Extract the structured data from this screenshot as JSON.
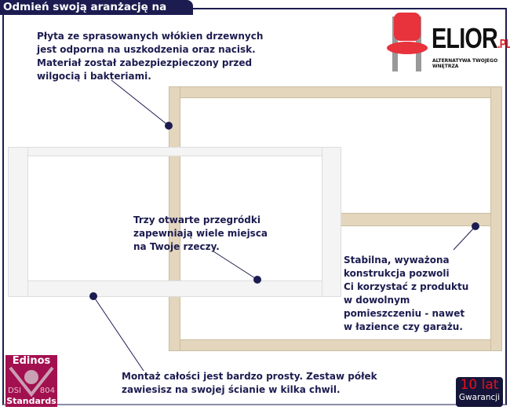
{
  "header": {
    "title": "Odmień swoją aranżację na lepsze!"
  },
  "logo": {
    "name": "ELIOR",
    "suffix": ".PL",
    "tagline": "ALTERNATYWA TWOJEGO WNĘTRZA"
  },
  "annotations": {
    "material": "Płyta ze sprasowanych włókien drzewnych\njest odporna na uszkodzenia oraz nacisk.\nMateriał został zabezpiezpieczony przed\nwilgocią i bakteriami.",
    "compartments": "Trzy otwarte przegródki\nzapewniają wiele miejsca\nna Twoje rzeczy.",
    "stability": "Stabilna, wyważona\nkonstrukcja pozwoli\nCi korzystać z produktu\nw dowolnym\npomieszczeniu - nawet\nw łazience czy garażu.",
    "assembly": "Montaż całości jest bardzo prosty. Zestaw półek\nzawiesisz na swojej ścianie w kilka chwil."
  },
  "badges": {
    "edinos_top": "Edinos",
    "edinos_left": "DSI",
    "edinos_right": "804",
    "edinos_bottom": "Standards",
    "warranty_years": "10 lat",
    "warranty_label": "Gwarancji"
  },
  "colors": {
    "navy": "#1c1c50",
    "wood": "#e3d6bd",
    "edinos": "#a3104f",
    "warranty_red": "#e8101a"
  }
}
